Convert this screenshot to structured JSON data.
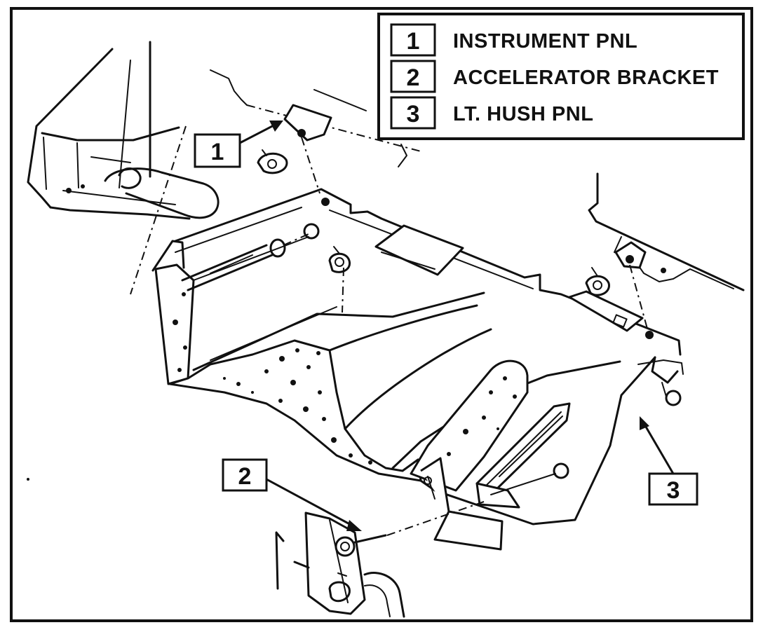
{
  "legend": {
    "items": [
      {
        "number": "1",
        "label": "INSTRUMENT PNL"
      },
      {
        "number": "2",
        "label": "ACCELERATOR BRACKET"
      },
      {
        "number": "3",
        "label": "LT. HUSH PNL"
      }
    ]
  },
  "callouts": {
    "instrument_panel": "1",
    "accelerator_bracket": "2",
    "hush_panel": "3"
  }
}
